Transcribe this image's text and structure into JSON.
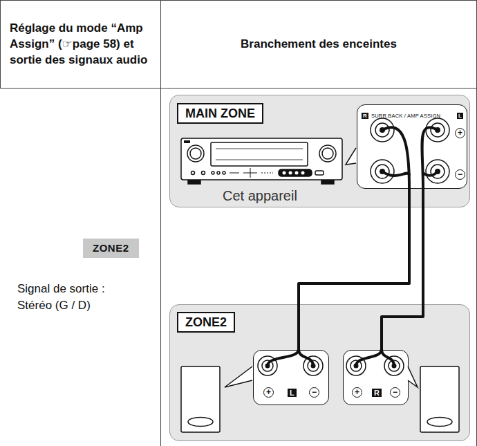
{
  "diagram": {
    "nodes": [
      {
        "text": [
          "Réglage du mode “Amp Assign” (☞page 58) et sortie des signaux audio"
        ]
      },
      {
        "text": [
          "Branchement des enceintes"
        ]
      },
      {
        "text": [
          "ZONE2"
        ]
      },
      {
        "text": [
          "MAIN ZONE",
          "Cet appareil"
        ]
      },
      {
        "text": [
          "R",
          "SURR.BACK / AMP ASSIGN",
          "L",
          "+",
          "−"
        ],
        "in": 3
      },
      {
        "text": [
          "ZONE2"
        ]
      },
      {
        "text": [
          "+",
          "L",
          "−"
        ],
        "in": 5
      },
      {
        "text": [
          "+",
          "R",
          "−"
        ],
        "in": 5
      }
    ],
    "edges": [
      {
        "from": 4,
        "to": 6,
        "arrow": "none"
      },
      {
        "from": 4,
        "to": 7,
        "arrow": "none"
      }
    ],
    "labels": [
      "Signal de sortie : Stéréo (G / D)"
    ]
  }
}
